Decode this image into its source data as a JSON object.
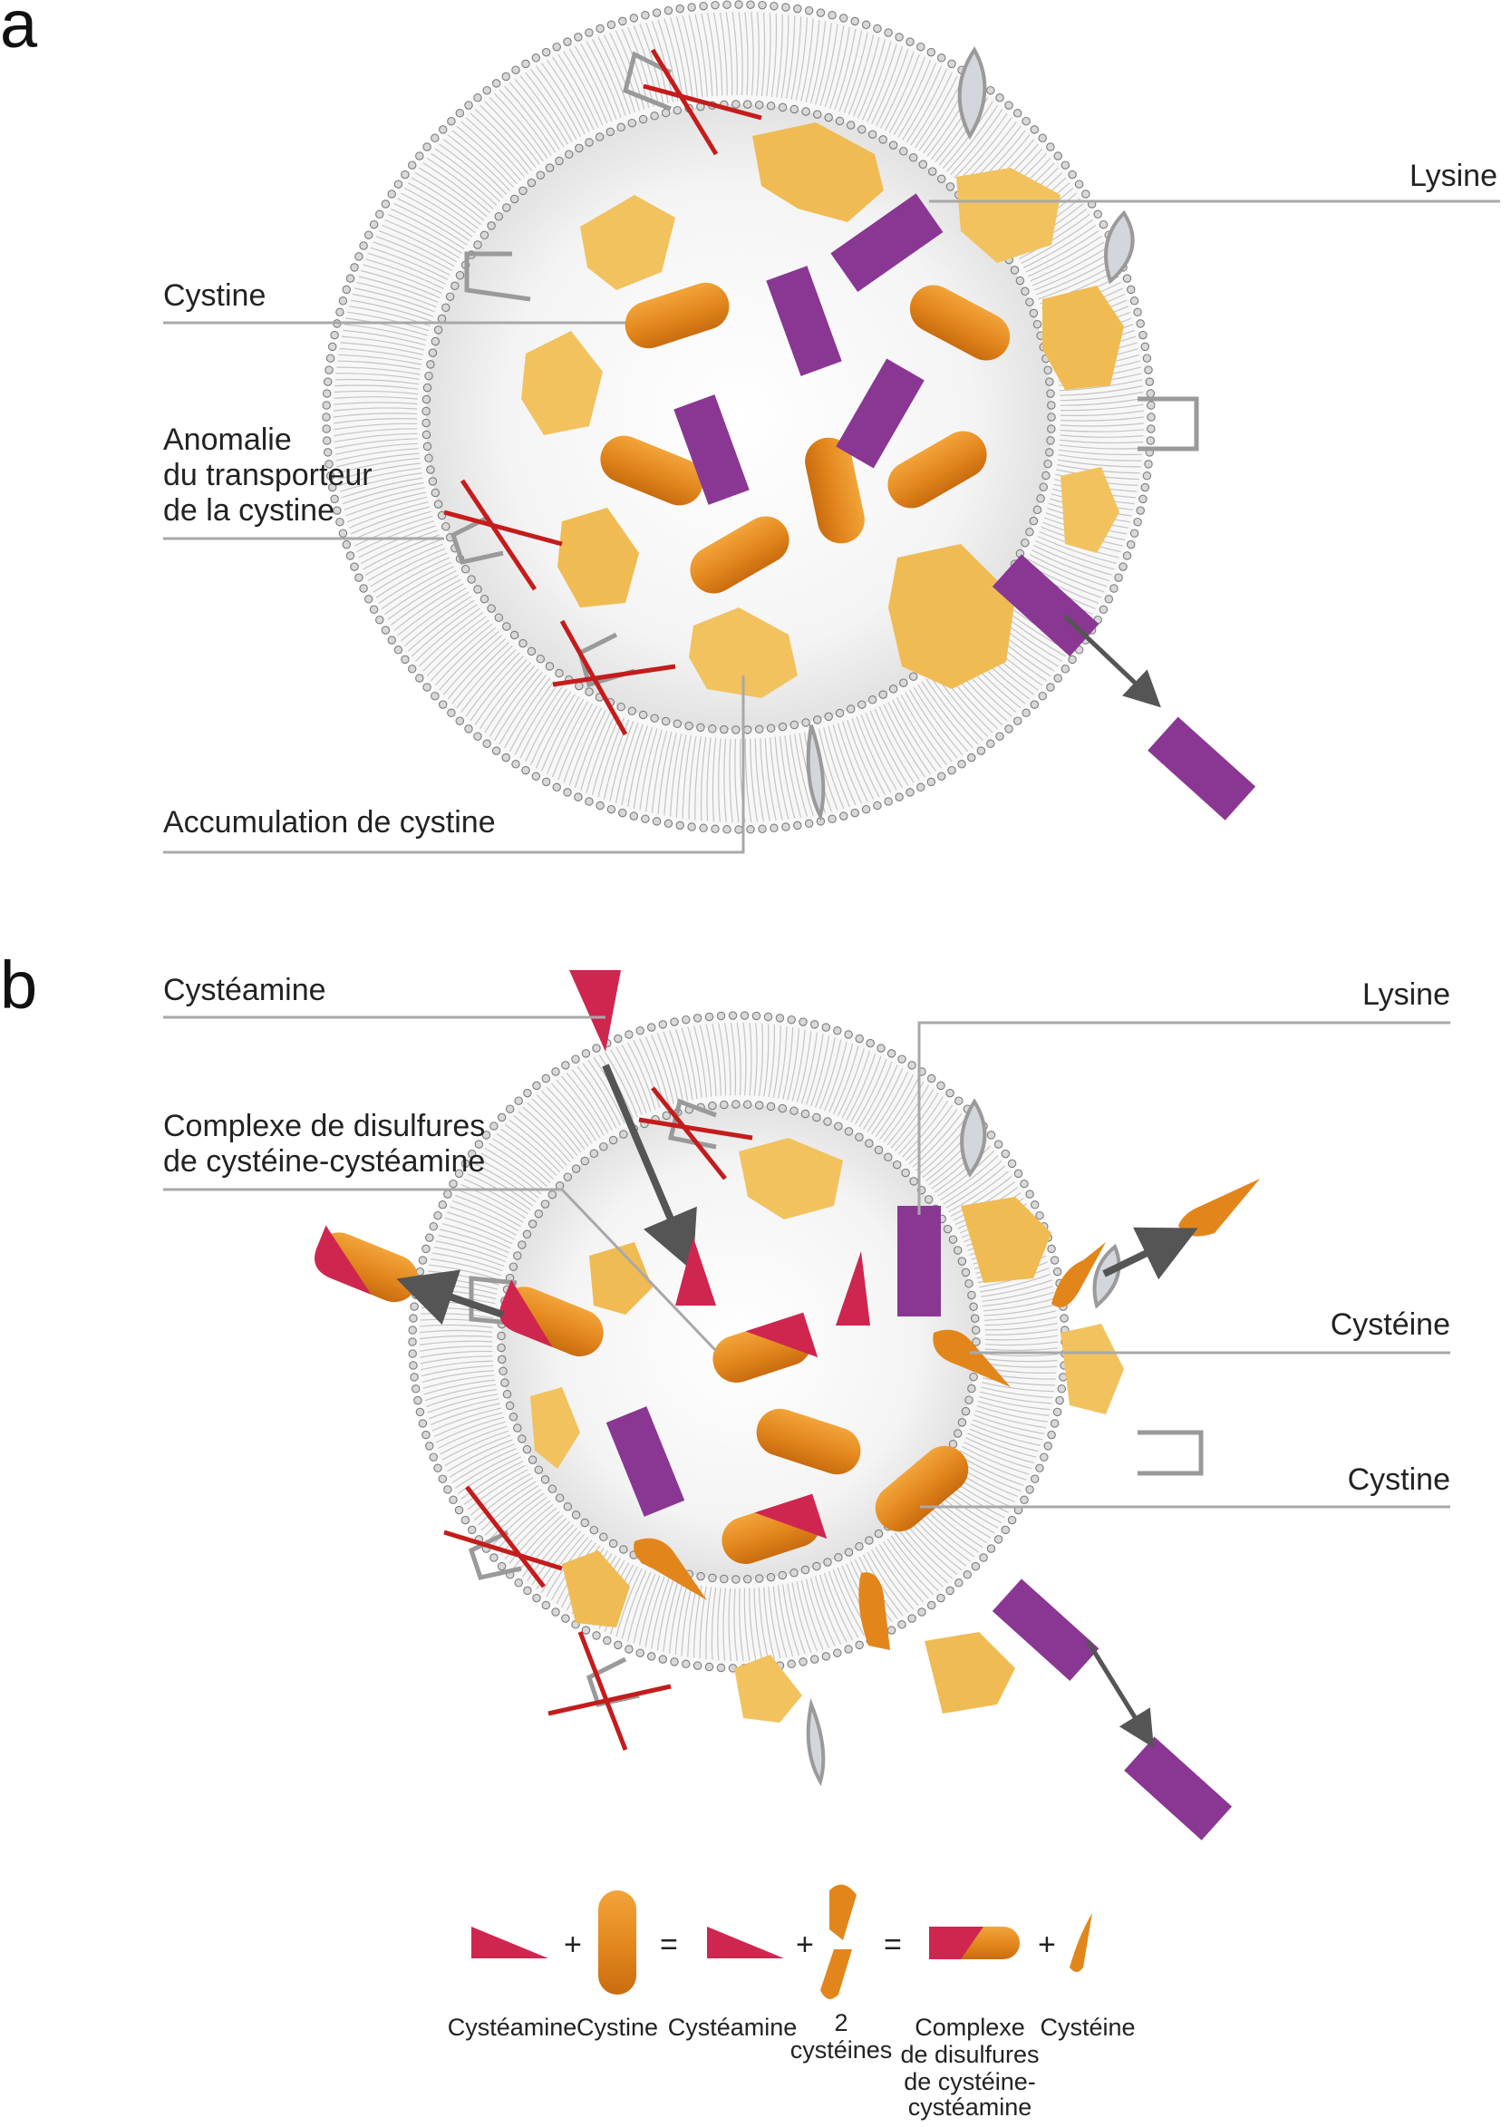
{
  "colors": {
    "lysine": "#8a3793",
    "cystine": "#e2861c",
    "cysteamine": "#cf2650",
    "crystal": "#f2c25f",
    "membrane": "#9a9a9a",
    "cross": "#c41c1c",
    "arrow": "#555555"
  },
  "panel_a": {
    "letter": "a",
    "labels": {
      "lysine": "Lysine",
      "cystine": "Cystine",
      "anomaly": [
        "Anomalie",
        "du transporteur",
        "de la cystine"
      ],
      "accumulation": "Accumulation de cystine"
    }
  },
  "panel_b": {
    "letter": "b",
    "labels": {
      "cysteamine": "Cystéamine",
      "complex": [
        "Complexe de disulfures",
        "de cystéine-cystéamine"
      ],
      "lysine": "Lysine",
      "cysteine": "Cystéine",
      "cystine": "Cystine"
    }
  },
  "legend": {
    "plus": "+",
    "equals": "=",
    "items": [
      [
        "Cystéamine"
      ],
      [
        "Cystine"
      ],
      [
        "Cystéamine"
      ],
      [
        "2",
        "cystéines"
      ],
      [
        "Complexe",
        "de disulfures",
        "de cystéine-",
        "cystéamine"
      ],
      [
        "Cystéine"
      ]
    ]
  }
}
